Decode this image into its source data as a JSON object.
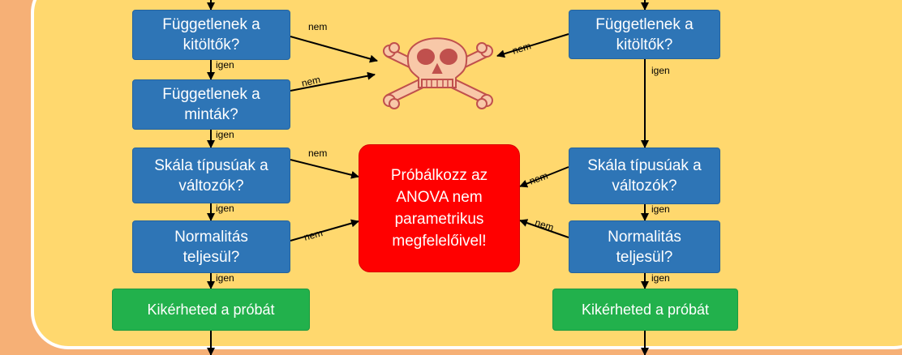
{
  "left_column": {
    "independent_fillers": "Függetlenek a\nkitöltők?",
    "independent_samples": "Függetlenek a\nminták?",
    "scale_variables": "Skála típusúak a\nváltozók?",
    "normality": "Normalitás\nteljesül?",
    "result": "Kikérheted a próbát"
  },
  "right_column": {
    "independent_fillers": "Függetlenek a\nkitöltők?",
    "scale_variables": "Skála típusúak a\nváltozók?",
    "normality": "Normalitás\nteljesül?",
    "result": "Kikérheted a próbát"
  },
  "alternative": {
    "text": "Próbálkozz az\nANOVA nem\nparametrikus\nmegfelelőivel!"
  },
  "edge_labels": {
    "yes": "igen",
    "no": "nem"
  },
  "icons": {
    "stop": "skull-crossbones-icon"
  },
  "colors": {
    "question_box": "#2e75b6",
    "result_box": "#22b14c",
    "alternative_box": "#ff0000",
    "panel": "#ffd86e",
    "background": "#f6b076"
  }
}
